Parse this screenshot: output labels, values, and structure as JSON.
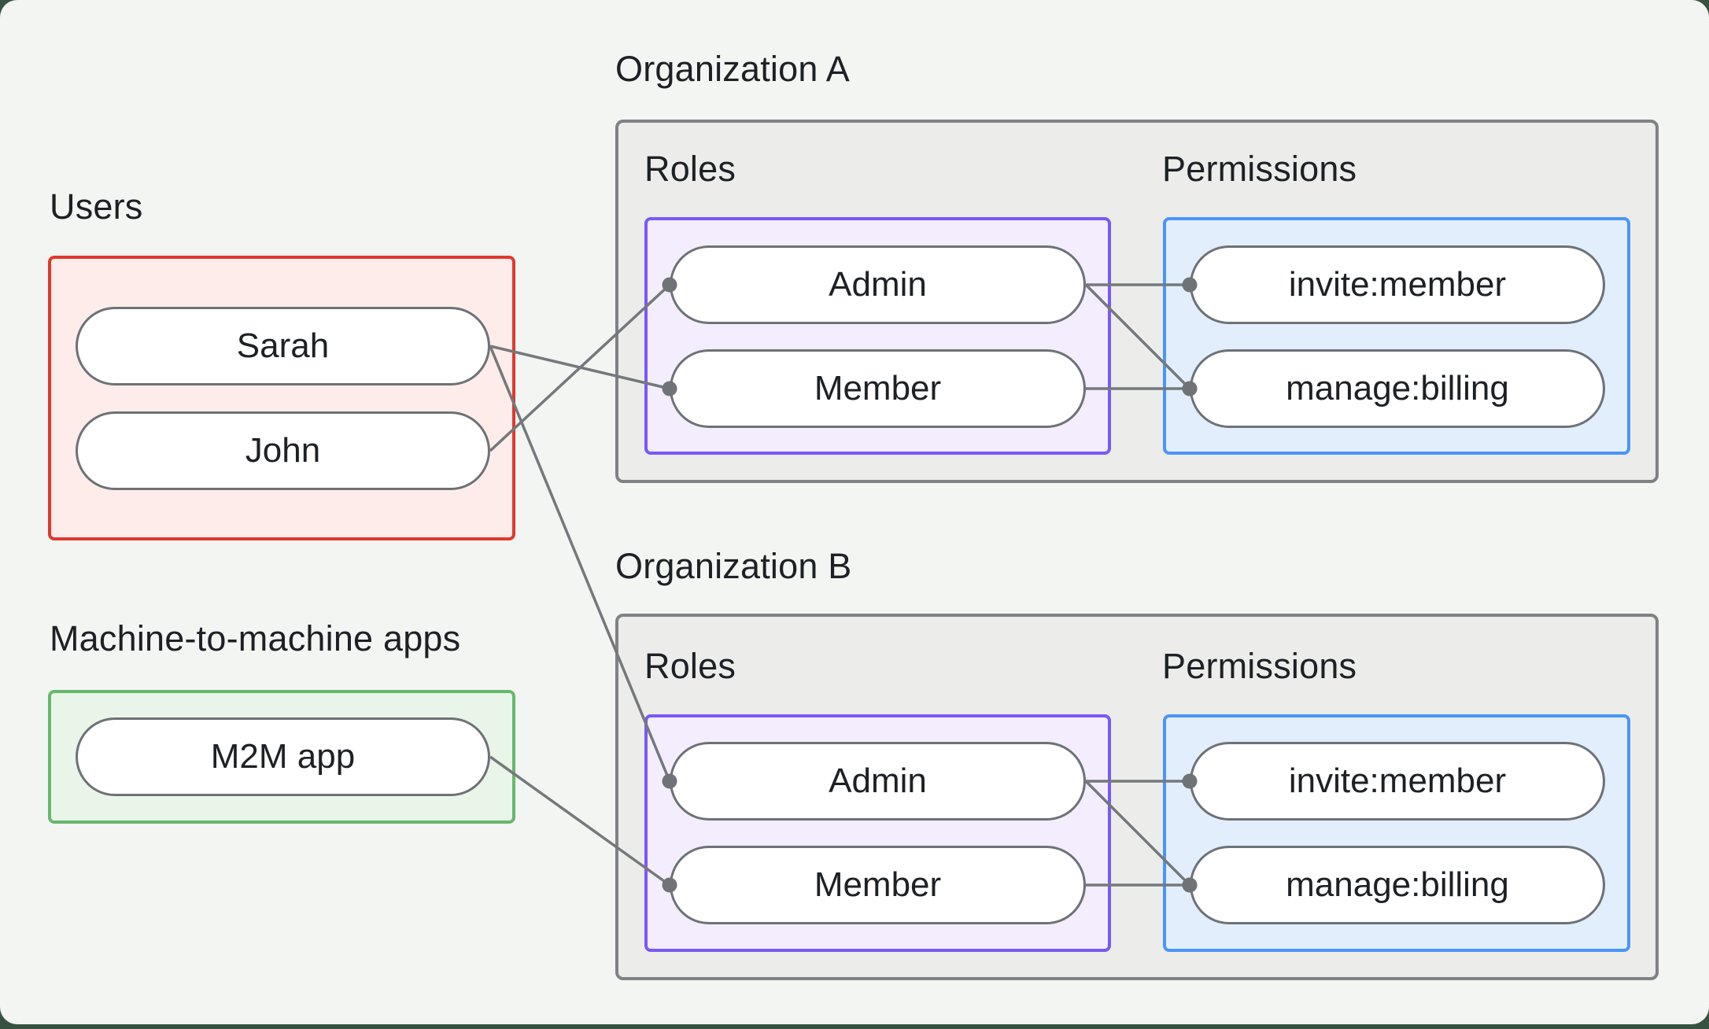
{
  "sections": {
    "users": {
      "label": "Users"
    },
    "m2m": {
      "label": "Machine-to-machine apps"
    },
    "org_a": {
      "label": "Organization A",
      "roles_label": "Roles",
      "permissions_label": "Permissions"
    },
    "org_b": {
      "label": "Organization B",
      "roles_label": "Roles",
      "permissions_label": "Permissions"
    }
  },
  "nodes": {
    "user_sarah": "Sarah",
    "user_john": "John",
    "m2m_app": "M2M app",
    "org_a_role_admin": "Admin",
    "org_a_role_member": "Member",
    "org_a_perm_invite": "invite:member",
    "org_a_perm_billing": "manage:billing",
    "org_b_role_admin": "Admin",
    "org_b_role_member": "Member",
    "org_b_perm_invite": "invite:member",
    "org_b_perm_billing": "manage:billing"
  },
  "connections": [
    {
      "from": "user_sarah",
      "to": "org_a_role_member"
    },
    {
      "from": "user_john",
      "to": "org_a_role_admin"
    },
    {
      "from": "user_sarah",
      "to": "org_b_role_admin"
    },
    {
      "from": "m2m_app",
      "to": "org_b_role_member"
    },
    {
      "from": "org_a_role_admin",
      "to": "org_a_perm_invite"
    },
    {
      "from": "org_a_role_admin",
      "to": "org_a_perm_billing"
    },
    {
      "from": "org_a_role_member",
      "to": "org_a_perm_billing"
    },
    {
      "from": "org_b_role_admin",
      "to": "org_b_perm_invite"
    },
    {
      "from": "org_b_role_admin",
      "to": "org_b_perm_billing"
    },
    {
      "from": "org_b_role_member",
      "to": "org_b_perm_billing"
    }
  ],
  "colors": {
    "outer_background": "#36533f",
    "card_background": "#f3f5f2",
    "users_border": "#e0382d",
    "users_fill": "#fdecea",
    "m2m_border": "#66b96c",
    "m2m_fill": "#e9f5e8",
    "org_border": "#7f8285",
    "org_fill": "#ececeb",
    "roles_border": "#7a58f6",
    "roles_fill": "#f3edfd",
    "permissions_border": "#4896f8",
    "permissions_fill": "#e2eefc",
    "pill_border": "#6d7276",
    "pill_fill": "#ffffff",
    "connector": "#75787b",
    "dot": "#6f7276",
    "text": "#1d2125"
  },
  "connector_style": {
    "line_width": 3.5,
    "dot_radius": 9.5
  }
}
